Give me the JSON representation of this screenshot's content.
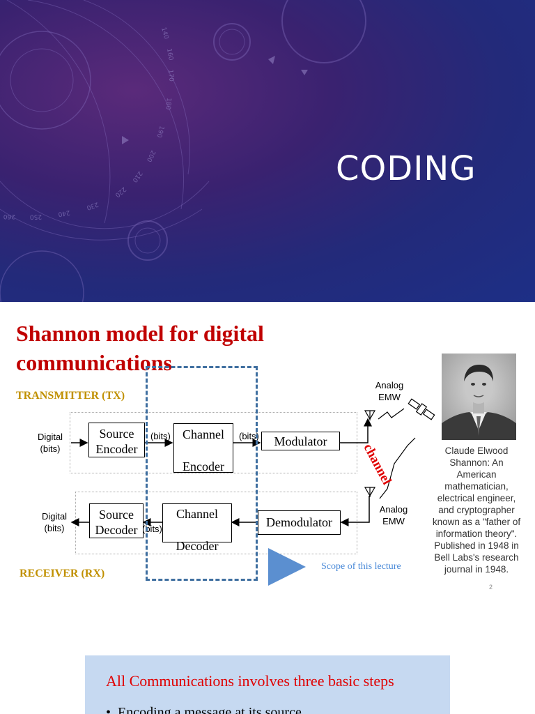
{
  "slide1": {
    "title": "CODING"
  },
  "slide2": {
    "title": "Shannon model for digital communications",
    "transmitter_label": "TRANSMITTER (TX)",
    "receiver_label": "RECEIVER (RX)",
    "digital_bits_tx": [
      "Digital",
      "(bits)"
    ],
    "digital_bits_rx": [
      "Digital",
      "(bits)"
    ],
    "bits_label": "(bits)",
    "source_encoder": [
      "Source",
      "Encoder"
    ],
    "channel_encoder": [
      "Channel",
      "Encoder"
    ],
    "modulator": "Modulator",
    "source_decoder": [
      "Source",
      "Decoder"
    ],
    "channel_decoder": [
      "Channel",
      "Decoder"
    ],
    "demodulator": "Demodulator",
    "analog_emw_tx": [
      "Analog",
      "EMW"
    ],
    "analog_emw_rx": [
      "Analog",
      "EMW"
    ],
    "channel_word": "channel",
    "scope_text": "Scope of this lecture",
    "caption": "Claude Elwood Shannon: An American mathematician, electrical engineer, and cryptographer known as a \"father of information theory\". Published in 1948 in Bell Labs's research journal in 1948.",
    "page_number": "2",
    "colors": {
      "title": "#c00000",
      "tx_rx": "#c09000",
      "scope": "#3f6fa0",
      "channel": "#e00000"
    }
  },
  "slide3": {
    "title": "All Communications involves three basic steps",
    "bullet_1": "Encoding a message at its source"
  }
}
